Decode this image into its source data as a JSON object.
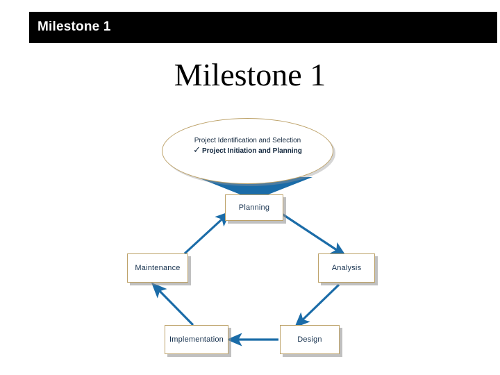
{
  "slide": {
    "banner_title": "Milestone 1",
    "heading": "Milestone 1"
  },
  "colors": {
    "banner_background": "#000000",
    "banner_text": "#ffffff",
    "arrow_blue": "#1b6ca8",
    "box_border_tan": "#bda269",
    "box_shadow_gray": "#8c8c8c",
    "label_text": "#17324f",
    "page_background": "#ffffff"
  },
  "diagram": {
    "type": "sdlc-cycle",
    "milestone_bubble": {
      "name": "milestone-ellipse",
      "lines": [
        {
          "text": "Project Identification and Selection",
          "bold": false,
          "checked": false
        },
        {
          "text": "Project Initiation and Planning",
          "bold": true,
          "checked": true
        }
      ],
      "check_glyph": "✓"
    },
    "phases": [
      {
        "id": "planning",
        "label": "Planning"
      },
      {
        "id": "analysis",
        "label": "Analysis"
      },
      {
        "id": "design",
        "label": "Design"
      },
      {
        "id": "implementation",
        "label": "Implementation"
      },
      {
        "id": "maintenance",
        "label": "Maintenance"
      }
    ],
    "connectors": [
      {
        "from": "milestone-ellipse",
        "to": "planning",
        "style": "wedge"
      },
      {
        "from": "planning",
        "to": "analysis",
        "style": "arrow"
      },
      {
        "from": "analysis",
        "to": "design",
        "style": "arrow"
      },
      {
        "from": "design",
        "to": "implementation",
        "style": "arrow"
      },
      {
        "from": "implementation",
        "to": "maintenance",
        "style": "arrow"
      },
      {
        "from": "maintenance",
        "to": "planning",
        "style": "arrow"
      }
    ]
  }
}
